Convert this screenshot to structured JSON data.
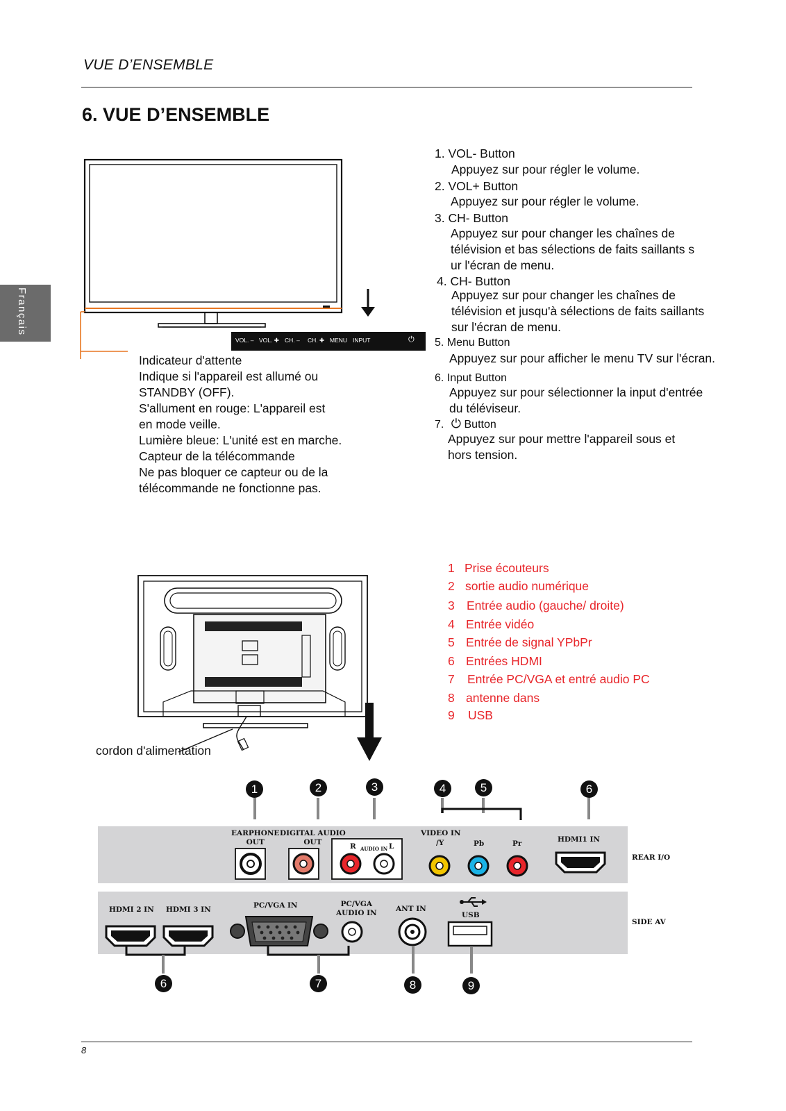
{
  "header": {
    "running_title": "VUE D’ENSEMBLE",
    "page_number": "8"
  },
  "section": {
    "number": "6.",
    "title": "VUE D’ENSEMBLE"
  },
  "side_tab": {
    "label": "Français"
  },
  "control_bar": {
    "vol_minus": "VOL. ‒",
    "vol_plus": "VOL. ✚",
    "ch_minus": "CH. ‒",
    "ch_plus": "CH. ✚",
    "menu": "MENU",
    "input": "INPUT",
    "power": "⏻"
  },
  "indicator": {
    "lines": [
      "Indicateur d'attente",
      "Indique si l'appareil est allumé ou",
      "STANDBY (OFF).",
      "S'allument en rouge: L'appareil est",
      "en mode veille.",
      "Lumière bleue: L'unité est en marche.",
      "Capteur de la télécommande",
      "Ne pas bloquer ce capteur ou de la",
      "télécommande ne fonctionne pas."
    ]
  },
  "buttons": {
    "b1_title": "1. VOL- Button",
    "b1_desc": "Appuyez sur pour régler le volume.",
    "b2_title": "2. VOL+ Button",
    "b2_desc": "Appuyez sur pour régler le volume.",
    "b3_title": "3. CH- Button",
    "b3_desc_1": "Appuyez sur pour changer les chaînes de",
    "b3_desc_2": "télévision et bas sélections de faits saillants s",
    "b3_desc_3": "ur l'écran de menu.",
    "b4_title": "4. CH- Button",
    "b4_desc_1": "Appuyez sur pour changer les chaînes de",
    "b4_desc_2": "télévision et jusqu'à sélections de faits saillants",
    "b4_desc_3": "sur l'écran de menu.",
    "b5_title": "5. Menu Button",
    "b5_desc": "Appuyez sur pour afficher le menu TV sur l'écran.",
    "b6_title": "6.  Input  Button",
    "b6_desc_1": "Appuyez sur pour sélectionner la input d'entrée",
    "b6_desc_2": "du téléviseur.",
    "b7_num": "7.",
    "b7_icon": "⏻",
    "b7_title": "Button",
    "b7_desc_1": "Appuyez sur pour mettre l'appareil sous et",
    "b7_desc_2": "hors tension."
  },
  "legend": [
    {
      "num": "1",
      "label": "Prise écouteurs"
    },
    {
      "num": "2",
      "label": "sortie audio numérique"
    },
    {
      "num": "3",
      "label": "Entrée audio (gauche/ droite)"
    },
    {
      "num": "4",
      "label": "Entrée vidéo"
    },
    {
      "num": "5",
      "label": "Entrée de signal YPbPr"
    },
    {
      "num": "6",
      "label": "Entrées HDMI"
    },
    {
      "num": "7",
      "label": "Entrée PC/VGA et entré audio PC"
    },
    {
      "num": "8",
      "label": "antenne dans"
    },
    {
      "num": "9",
      "label": "USB"
    }
  ],
  "power_cord_label": "cordon d'alimentation",
  "rear_panel": {
    "earphone_1": "EARPHONE",
    "earphone_2": "OUT",
    "digital_1": "DIGITAL AUDIO",
    "digital_2": "OUT",
    "audio_r": "R",
    "audio_in": "AUDIO IN",
    "audio_l": "L",
    "video_in": "VIDEO IN",
    "video_y": "/Y",
    "pb": "Pb",
    "pr": "Pr",
    "hdmi1": "HDMI1 IN",
    "side_label": "REAR I/O"
  },
  "side_panel": {
    "hdmi2": "HDMI 2 IN",
    "hdmi3": "HDMI 3 IN",
    "pcvga": "PC/VGA IN",
    "pcvga_audio_1": "PC/VGA",
    "pcvga_audio_2": "AUDIO IN",
    "ant": "ANT IN",
    "usb": "USB",
    "side_label": "SIDE AV"
  },
  "badges": {
    "top": [
      "1",
      "2",
      "3",
      "4",
      "5",
      "6"
    ],
    "bottom": [
      "6",
      "7",
      "8",
      "9"
    ]
  },
  "colors": {
    "accent_red": "#e8262b",
    "orange_line": "#e87722",
    "panel_gray": "#d4d4d6"
  }
}
